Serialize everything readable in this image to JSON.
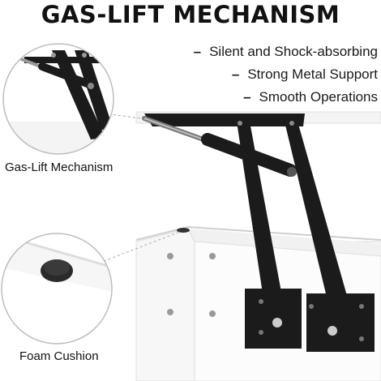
{
  "title": "GAS-LIFT MECHANISM",
  "features": [
    {
      "dash": "–",
      "text": "Silent and Shock-absorbing"
    },
    {
      "dash": "–",
      "text": "Strong Metal Support"
    },
    {
      "dash": "–",
      "text": "Smooth Operations"
    }
  ],
  "captions": {
    "gas_lift": "Gas-Lift Mechanism",
    "foam": "Foam Cushion"
  },
  "colors": {
    "metal": "#1b1b1b",
    "panel": "#ffffff",
    "shadow": "#e6e6e6",
    "callout_ring": "#bdbdbd"
  }
}
